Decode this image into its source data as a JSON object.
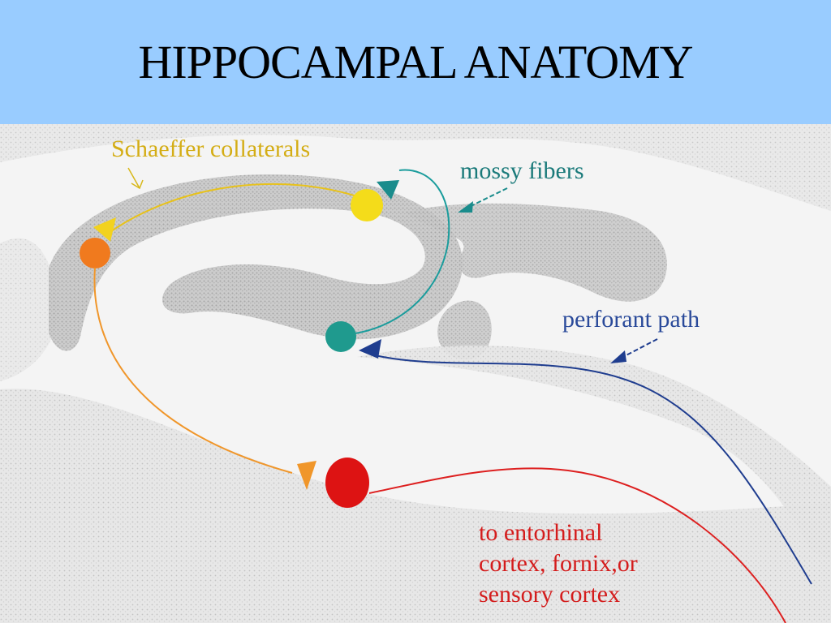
{
  "title": "HIPPOCAMPAL ANATOMY",
  "colors": {
    "title_bar": "#99ccff",
    "schaeffer": "#e8c21a",
    "mossy": "#1a8c8c",
    "perforant": "#1f3d8f",
    "output": "#dd1f1f",
    "ca1_neuron": "#f07a1e",
    "ca1_axon": "#f0962a",
    "tissue": "#d9d9d9"
  },
  "labels": {
    "schaeffer": "Schaeffer collaterals",
    "mossy": "mossy fibers",
    "perforant": "perforant path",
    "output_line1": "to entorhinal",
    "output_line2": "cortex, fornix,or",
    "output_line3": "sensory cortex"
  }
}
